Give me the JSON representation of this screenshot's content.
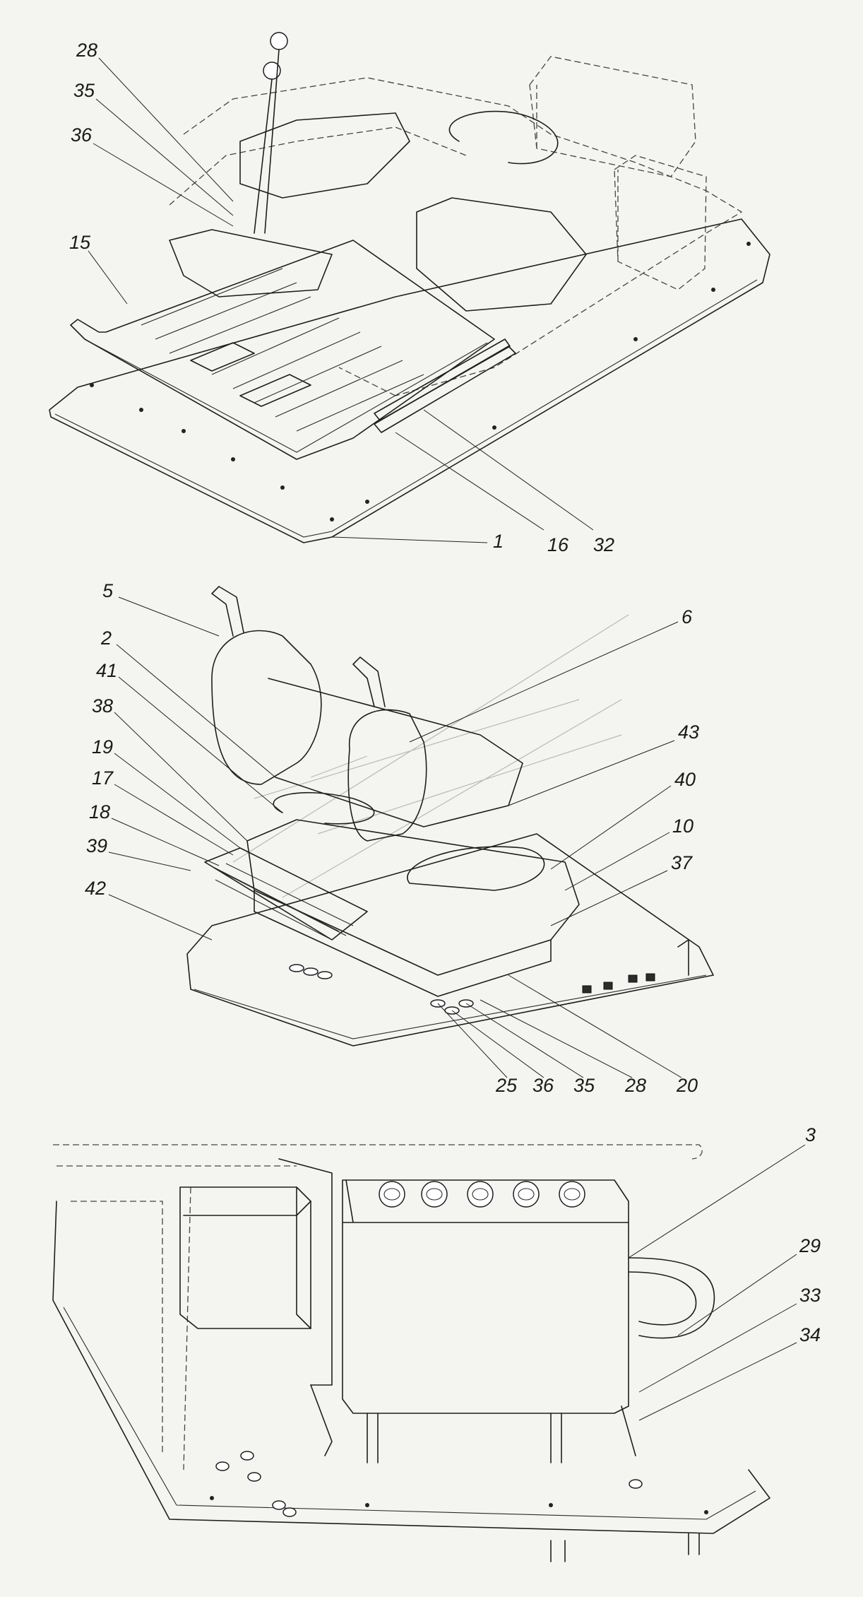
{
  "views": [
    {
      "id": "view-1",
      "callouts": [
        "28",
        "35",
        "36",
        "15",
        "1",
        "16",
        "32"
      ]
    },
    {
      "id": "view-2",
      "callouts": [
        "5",
        "2",
        "41",
        "38",
        "19",
        "17",
        "18",
        "39",
        "42",
        "6",
        "43",
        "40",
        "10",
        "37",
        "25",
        "36",
        "35",
        "28",
        "20"
      ]
    },
    {
      "id": "view-3",
      "callouts": [
        "3",
        "29",
        "33",
        "34"
      ]
    }
  ]
}
